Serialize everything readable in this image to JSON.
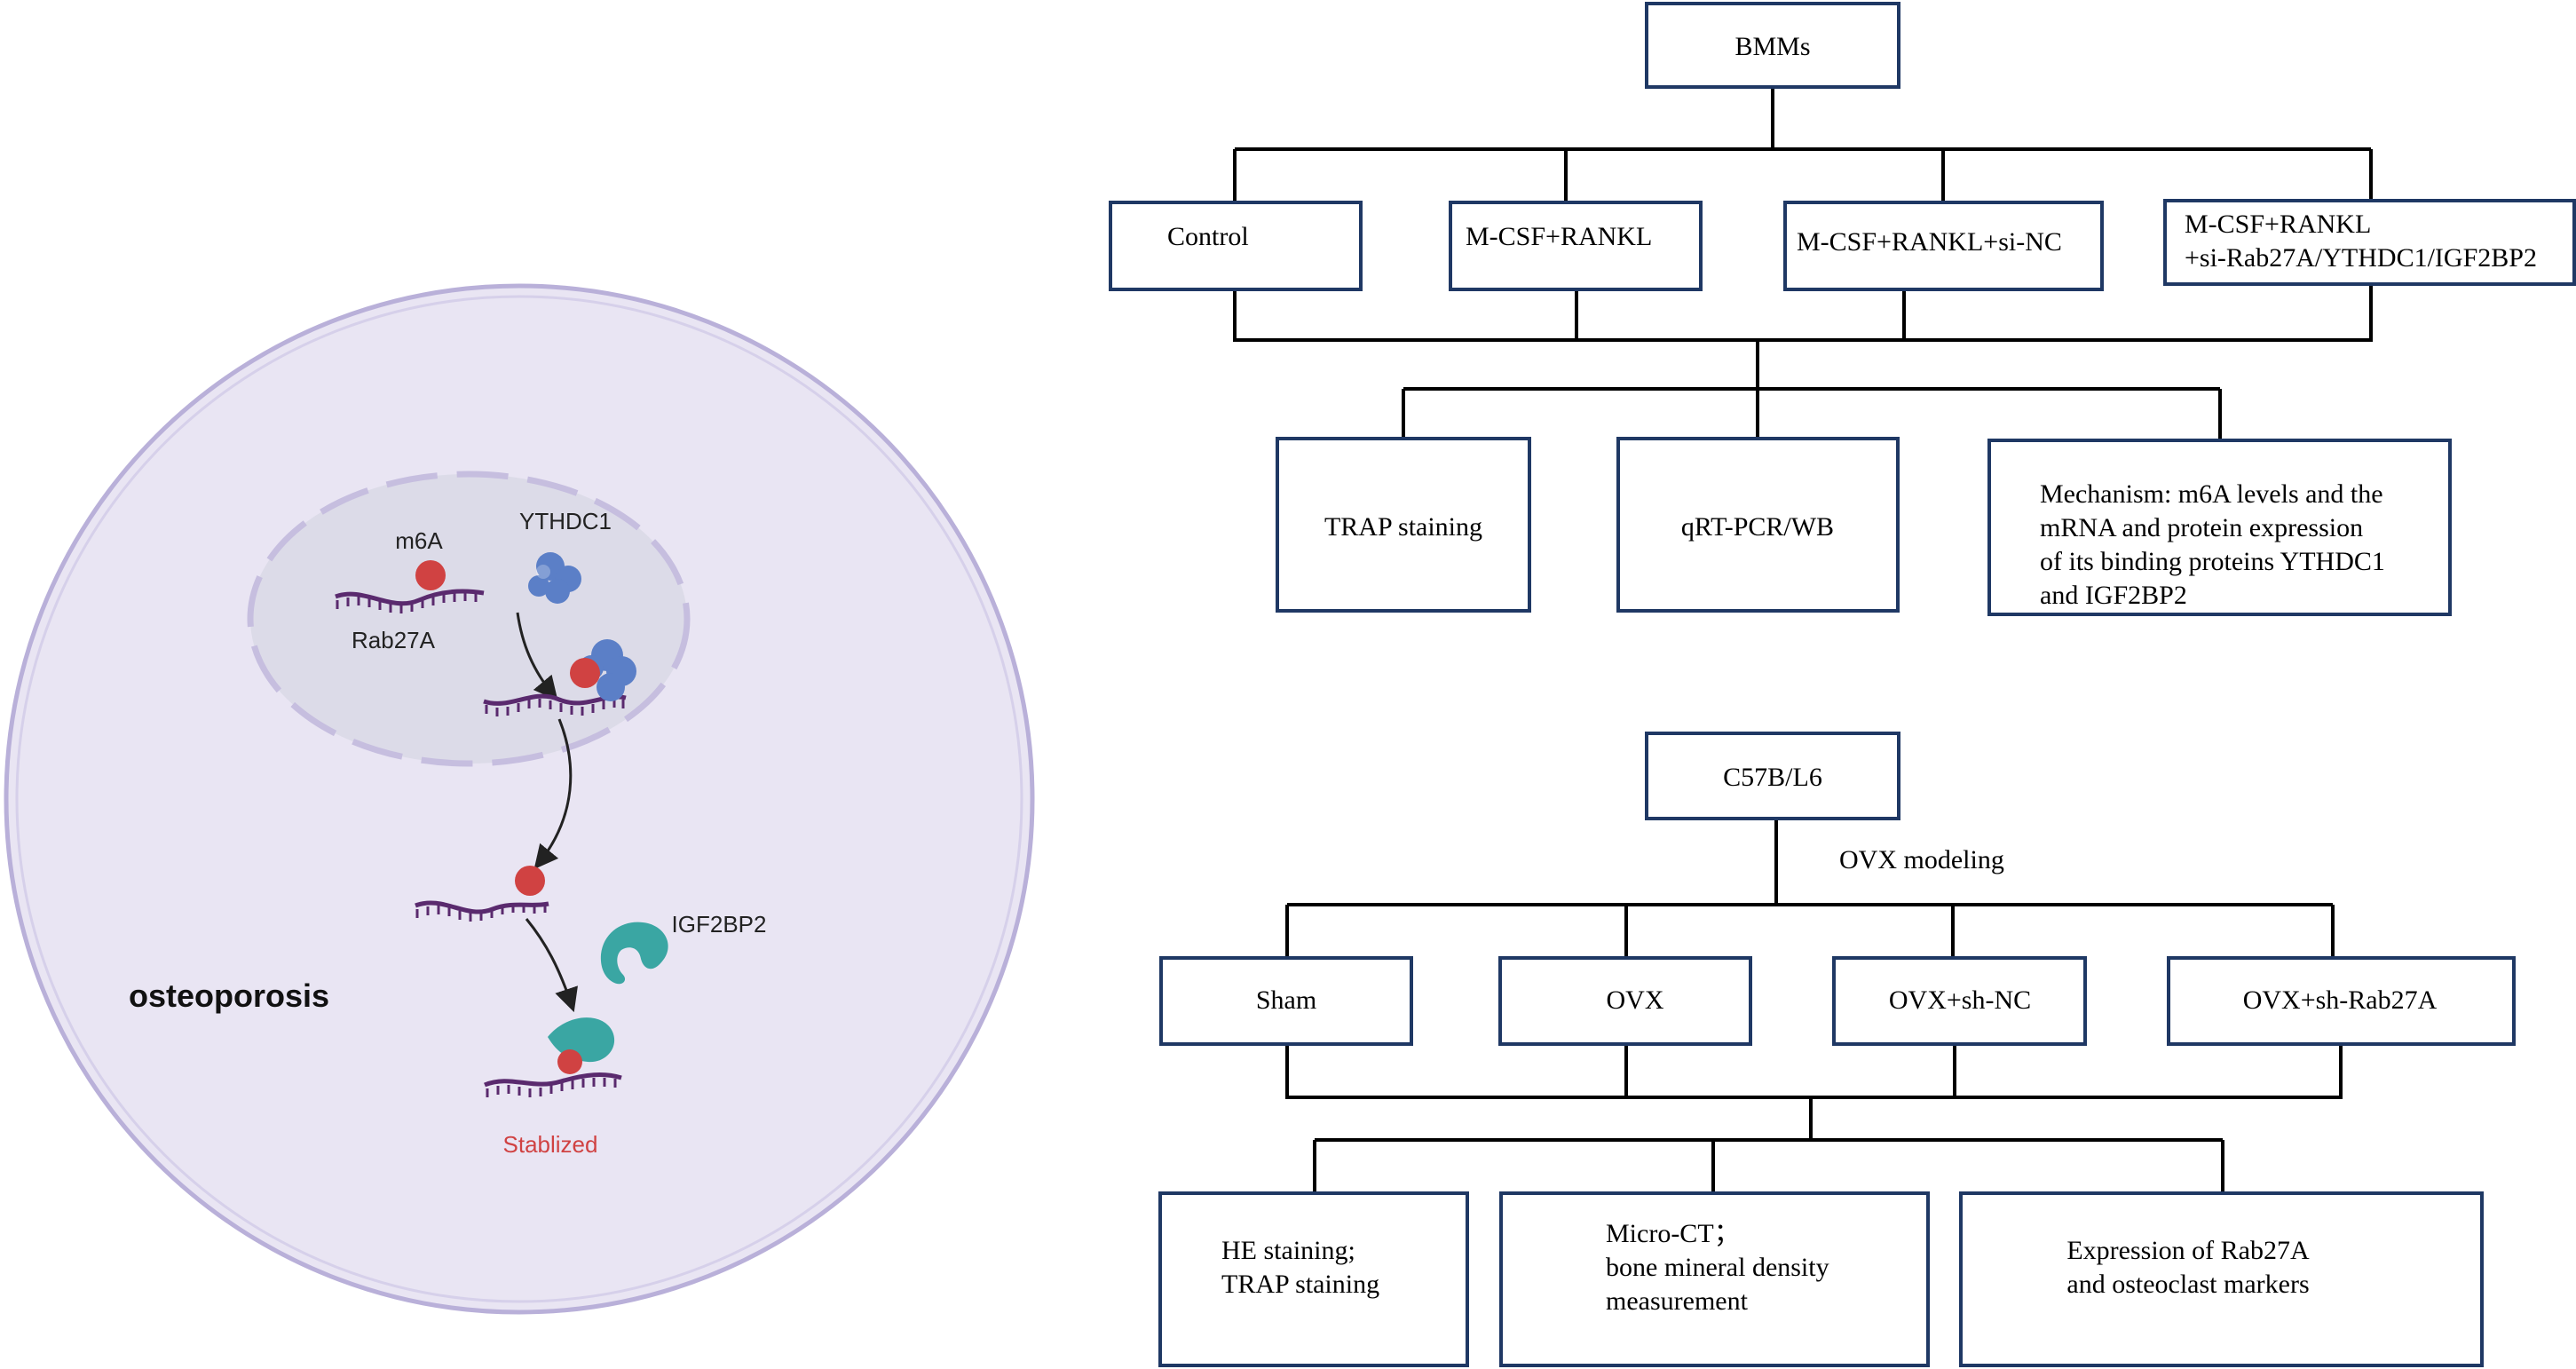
{
  "cell": {
    "label_cell": "osteoporosis",
    "label_m6a": "m6A",
    "label_ythdc1": "YTHDC1",
    "label_rab27a": "Rab27A",
    "label_igf2bp2": "IGF2BP2",
    "label_stabilized": "Stablized",
    "colors": {
      "cell_fill": "#e9e5f3",
      "cell_stroke": "#b9b0d9",
      "nucleus_fill": "#dcdbe8",
      "nucleus_stroke": "#c6bedf",
      "rna": "#5a2a6e",
      "m6a_dot": "#d04242",
      "ythdc1": "#5b7fc7",
      "igf2bp2": "#3aa6a3",
      "stabilized_text": "#d04242",
      "arrow": "#222222"
    }
  },
  "flow_top": {
    "root": "BMMs",
    "groups": [
      "Control",
      "M-CSF+RANKL",
      "M-CSF+RANKL+si-NC",
      "M-CSF+RANKL\n+si-Rab27A/YTHDC1/IGF2BP2"
    ],
    "assays": [
      "TRAP staining",
      "qRT-PCR/WB",
      "Mechanism: m6A levels and the\nmRNA and protein expression\nof its binding proteins YTHDC1\nand IGF2BP2"
    ]
  },
  "flow_bottom": {
    "root": "C57B/L6",
    "modeling_label": "OVX modeling",
    "groups": [
      "Sham",
      "OVX",
      "OVX+sh-NC",
      "OVX+sh-Rab27A"
    ],
    "assays": [
      "HE staining;\nTRAP staining",
      "Micro-CT；\nbone mineral density\nmeasurement",
      "Expression of Rab27A\nand osteoclast markers"
    ]
  },
  "flow_colors": {
    "box_stroke": "#1f3864",
    "line": "#000000",
    "text": "#000000"
  }
}
